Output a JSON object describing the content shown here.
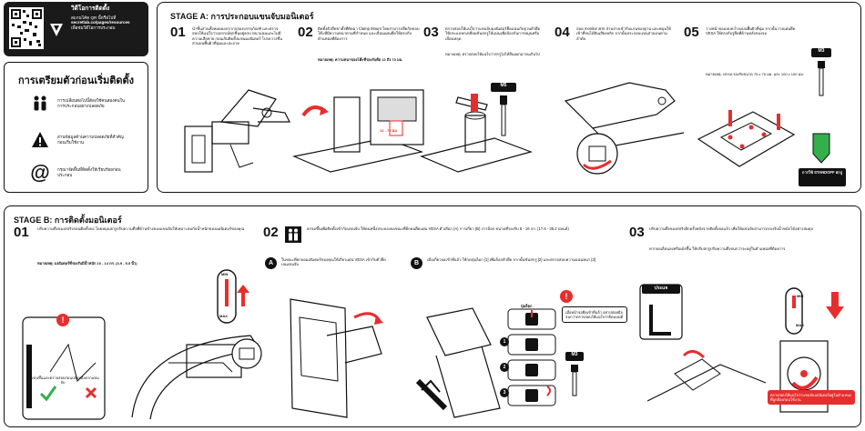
{
  "qr": {
    "title": "วิดีโอการติดตั้ง",
    "line1": "สแกนโค้ด QR นี้หรือไปที่",
    "url": "secretlab.co/pages/resources",
    "line2": "เพื่อชมวิดีโอการประกอบ"
  },
  "prep": {
    "title": "การเตรียมตัวก่อนเริ่มติดตั้ง",
    "items": [
      {
        "icon": "two-people-icon",
        "text": "การเปลี่ยนต่อไปนี้ต้องใช้คนสองคนในการประกอบอย่างปลอดภัย"
      },
      {
        "icon": "warning-icon",
        "text": "อ่านข้อมูลด้านความปลอดภัยที่สำคัญก่อนเริ่มใช้งาน"
      },
      {
        "icon": "at-icon",
        "text": "กรุณาจัดพื้นที่ติดตั้งให้เรียบร้อยก่อนประกอบ"
      }
    ]
  },
  "stage_a": {
    "title": "STAGE A: การประกอบแขนจับมอนิเตอร์",
    "steps": [
      {
        "num": "01",
        "text": "นำชิ้นส่วนทั้งหมดออกจากกล่องบรรจุภัณฑ์ และตรวจสอบให้แน่ใจว่าอุปกรณ์ทุกชิ้นอยู่ครบ หนาแน่นและไม่มีความเสียหาย ก่อนเริ่มติดตั้งแขนมอนิเตอร์ โปรดวางชิ้นส่วนบนพื้นผิวที่นุ่มและสะอาด"
      },
      {
        "num": "02",
        "text": "ติดตั้งตัวยึดขาตั้งที่ติดมา Clamp Mount โดยสามารถยึดกับขอบโต๊ะที่มีความหนาตามที่กำหนด และเลื่อนแผ่นยึดให้ตรงกับตำแหน่งที่ต้องการ",
        "note": "หมายเหตุ: ความหนาของโต๊ะที่รองรับคือ 12 ถึง 70 มม.",
        "thick": "12 - 70 มม."
      },
      {
        "num": "03",
        "text": "ตรวจสอบให้แน่ใจว่าแขนจับมอนิเตอร์ยึดแน่นกับฐานตัวยึด ใช้ประแจหกเหลี่ยมขันสกรูให้แน่นเพื่อป้องกันการหมุนหรือเลื่อนหลุด",
        "note": "หมายเหตุ: ตรวจสอบให้แน่ใจว่าสกรูไม่ได้ยื่นออกมาจนเกินไป",
        "tool": "M5"
      },
      {
        "num": "04",
        "text": "สอด monitor arm ส่วนล่างเข้ากับแกนของฐาน และหมุนให้เข้าที่จนได้ยินเสียงคลิก จากนั้นประกอบแขนส่วนบนตามลำดับ"
      },
      {
        "num": "05",
        "text": "วางหน้าจอแบบคว่ำลงบนพื้นผิวที่นุ่ม จากนั้นวางแผ่นยึด VESA ให้ตรงกับรูยึดที่ด้านหลังของจอ",
        "note": "หมายเหตุ: VESA รองรับขนาด 75 x 75 มม. และ 100 x 100 มม.",
        "tool": "M3",
        "standoff": "การใช้ STANDOFF สกรู"
      }
    ]
  },
  "stage_b": {
    "title": "STAGE B: การติดตั้งมอนิเตอร์",
    "steps": [
      {
        "num": "01",
        "text": "ปรับความตึงของสปริงก่อนติดตั้งจอ โดยหมุนสกรูปรับความตึงที่ด้านข้างของแขนจับให้เหมาะสมกับน้ำหนักของมอนิเตอร์ของคุณ",
        "note": "หมายเหตุ: มอนิเตอร์ที่รองรับมีน้ำหนัก 10 - 14 กก. (3.9 - 5.5 นิ้ว)",
        "min": "MIN",
        "max": "MAX",
        "caption": "ยกแขนขึ้นและตรวจสอบก่อนปล่อยมือจากแขนจับ"
      },
      {
        "num": "02",
        "text": "ยกจอขึ้นเพื่อติดตั้งเข้ากับแขนจับ ให้คนหนึ่งประคองจอขณะที่อีกคนยึดแผ่น VESA ตัวเลือก (A) การเกี่ยว (B) การล็อก ขนาดที่รองรับ 8 - 16 กก. (17.6 - 35.2 ปอนด์)",
        "a_text": "ในขณะที่ยกจอมอนิเตอร์ของคุณให้เกี่ยวแผ่น VESA เข้ากับตัวยึดบนแขนจับ",
        "b_text": "เมื่อเกี่ยวจอเข้าที่แล้ว ให้กดปุ่มล็อก [1] เพื่อล็อกตัวยึด จากนั้นขันสกรู [2] และตรวจสอบความแน่นหนา [3]",
        "lock_label": "ปุ่มล็อก",
        "bubble": "เมื่อหน้าจอยึดเข้าที่แล้ว อย่าปล่อยมือจนกว่าตรวจสอบให้แน่ใจว่าติดแน่นดี",
        "tool": "M3"
      },
      {
        "num": "03",
        "text": "ปรับความตึงของสปริงอีกครั้งหลังจากติดตั้งจอแล้ว เพื่อให้แขนจับสามารถรองรับน้ำหนักได้อย่างสมดุล",
        "text2": "หากจอเลื่อนลงหรือเด้งขึ้น ให้ปรับสกรูปรับความตึงจนกว่าจะอยู่ในตำแหน่งที่ต้องการ",
        "tool_label": "ประแจ",
        "min": "MIN",
        "max": "MAX",
        "bubble": "ตรวจสอบให้แน่ใจว่าแขนจับมอนิเตอร์อยู่ในตำแหน่งที่ถูกต้องก่อนใช้งาน"
      }
    ]
  }
}
